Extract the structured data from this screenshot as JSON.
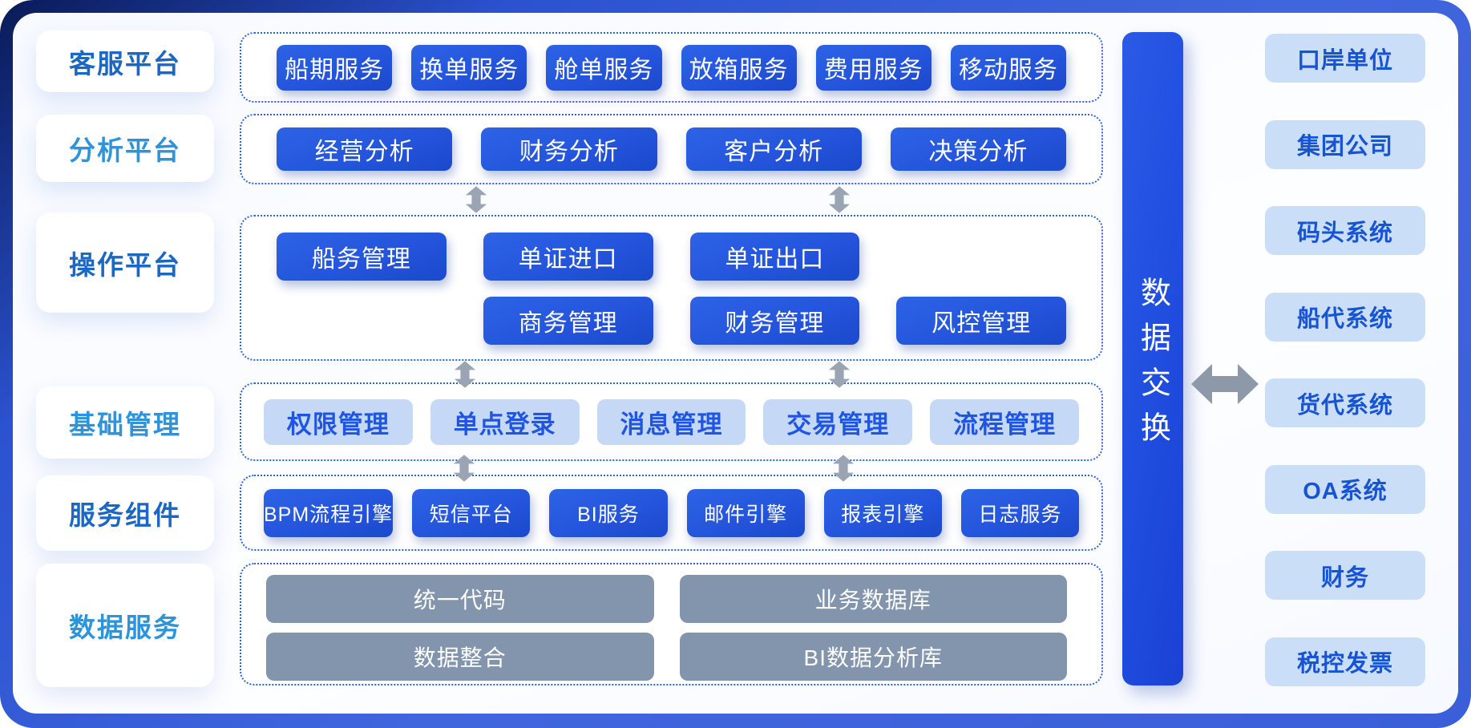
{
  "sidebar": {
    "rows": [
      {
        "label": "客服平台"
      },
      {
        "label": "分析平台"
      },
      {
        "label": "操作平台"
      },
      {
        "label": "基础管理"
      },
      {
        "label": "服务组件"
      },
      {
        "label": "数据服务"
      }
    ],
    "label_color_dark": "#1a68c4",
    "label_color_light": "#2e93d8"
  },
  "sections": {
    "customer_platform": {
      "items": [
        "船期服务",
        "换单服务",
        "舱单服务",
        "放箱服务",
        "费用服务",
        "移动服务"
      ]
    },
    "analysis_platform": {
      "items": [
        "经营分析",
        "财务分析",
        "客户分析",
        "决策分析"
      ]
    },
    "operation_platform": {
      "row1": [
        "船务管理",
        "单证进口",
        "单证出口"
      ],
      "row2": [
        "商务管理",
        "财务管理",
        "风控管理"
      ]
    },
    "base_management": {
      "items": [
        "权限管理",
        "单点登录",
        "消息管理",
        "交易管理",
        "流程管理"
      ]
    },
    "service_components": {
      "items": [
        "BPM流程引擎",
        "短信平台",
        "BI服务",
        "邮件引擎",
        "报表引擎",
        "日志服务"
      ]
    },
    "data_services": {
      "row1": [
        "统一代码",
        "业务数据库"
      ],
      "row2": [
        "数据整合",
        "BI数据分析库"
      ]
    }
  },
  "exchange_bar": {
    "label": "数据交换"
  },
  "external_systems": [
    "口岸单位",
    "集团公司",
    "码头系统",
    "船代系统",
    "货代系统",
    "OA系统",
    "财务",
    "税控发票"
  ],
  "colors": {
    "primary_button_top": "#2e63e6",
    "primary_button_bottom": "#1c48cc",
    "light_button_bg": "#c5d9f7",
    "light_button_text": "#1f55e0",
    "gray_button_bg": "#8295ad",
    "dotted_border": "#2f62e0",
    "arrow_gray": "#9aa4b2",
    "exchange_bar_start": "#2b5ae6",
    "exchange_bar_end": "#1a41d4",
    "frame_dark": "#091a56",
    "frame_light": "#4469e2",
    "external_box_bg": "#cbdef8",
    "external_box_text": "#1754d2"
  }
}
